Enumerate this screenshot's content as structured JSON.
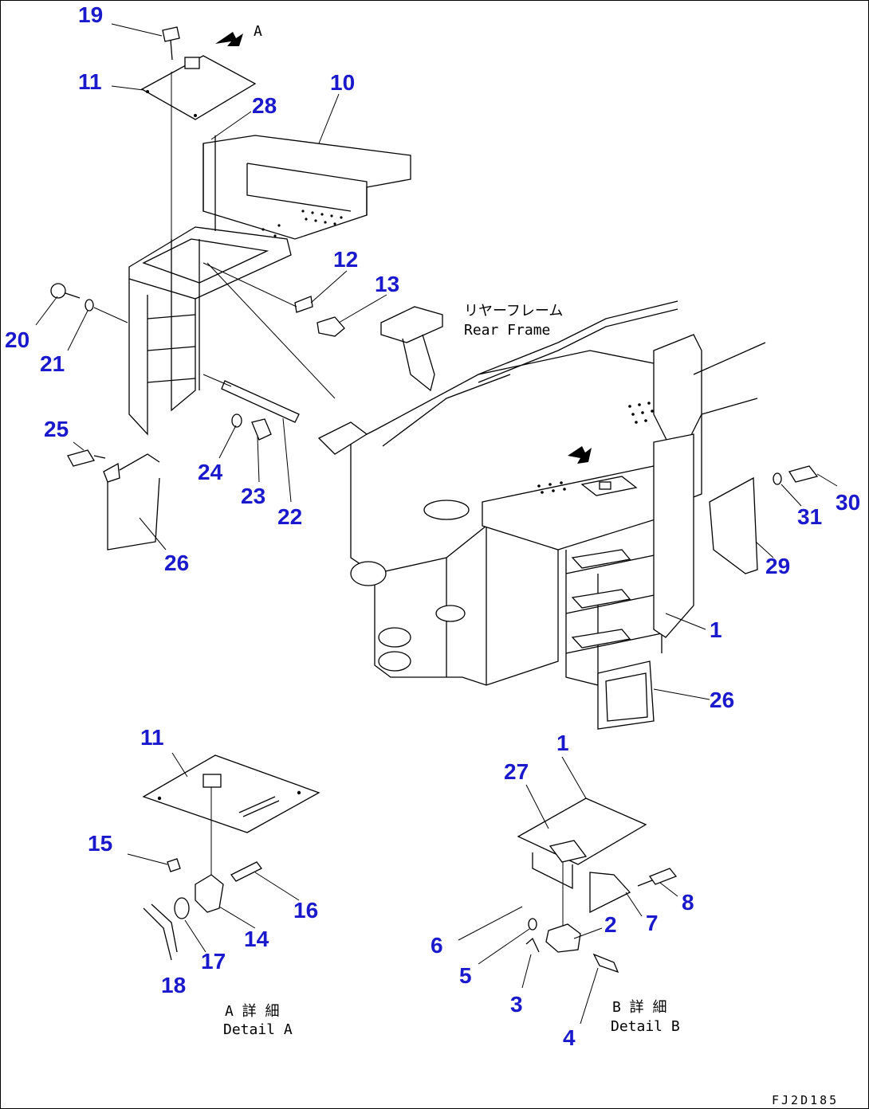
{
  "callouts": {
    "c19": "19",
    "c11a": "11",
    "c28": "28",
    "c10": "10",
    "c12": "12",
    "c13": "13",
    "c20": "20",
    "c21": "21",
    "c25": "25",
    "c24": "24",
    "c23": "23",
    "c22": "22",
    "c26a": "26",
    "c26b": "26",
    "c1a": "1",
    "c29": "29",
    "c30": "30",
    "c31": "31",
    "c11b": "11",
    "c15": "15",
    "c16": "16",
    "c14": "14",
    "c17": "17",
    "c18": "18",
    "c1b": "1",
    "c27": "27",
    "c2": "2",
    "c7": "7",
    "c8": "8",
    "c6": "6",
    "c5": "5",
    "c3": "3",
    "c4": "4"
  },
  "labels": {
    "view_a_mark": "A",
    "rear_frame_jp": "リヤーフレーム",
    "rear_frame_en": "Rear Frame",
    "detail_a_jp": "A 詳 細",
    "detail_a_en": "Detail A",
    "detail_b_jp": "B 詳 細",
    "detail_b_en": "Detail B",
    "drawing_code": "FJ2D185"
  },
  "colors": {
    "callout": "#1a1acc",
    "line": "#000000"
  }
}
